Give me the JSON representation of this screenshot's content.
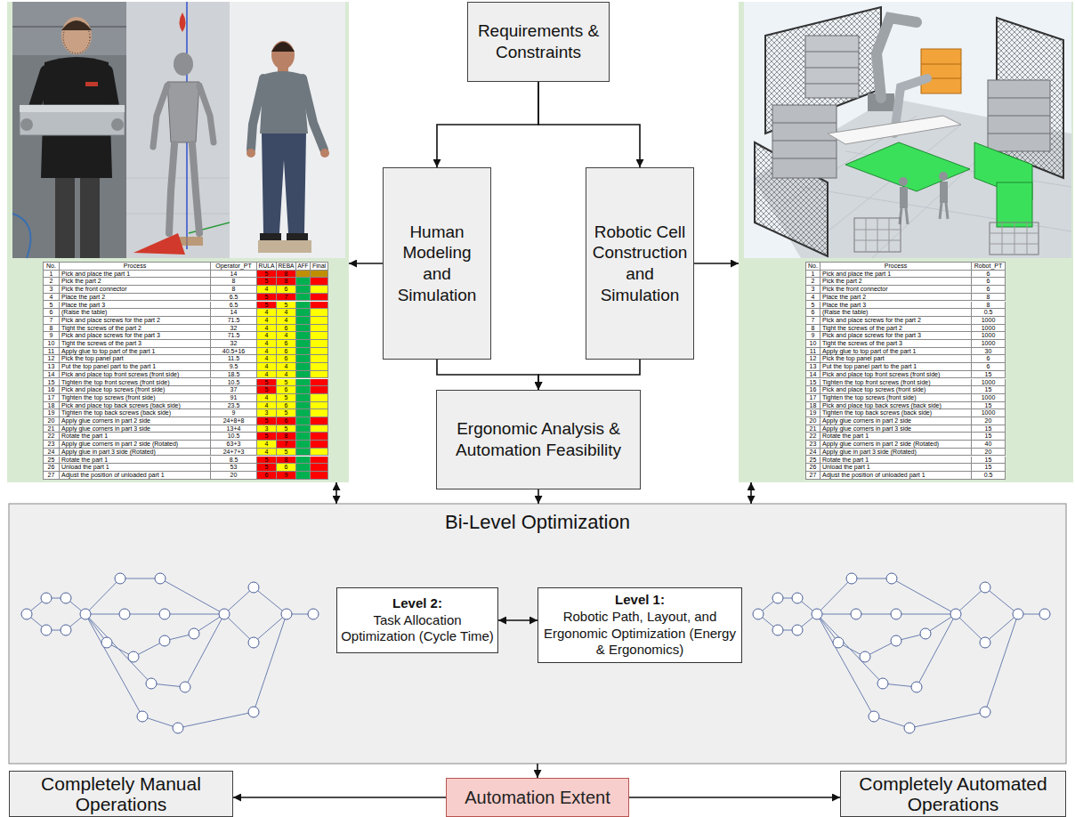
{
  "diagram": {
    "nodes": [
      {
        "text": [
          "No.",
          "Process",
          "Operator_PT",
          "RULA",
          "REBA",
          "AFF",
          "Final",
          "1",
          "Pick and place the part 1",
          "14",
          "5",
          "8",
          "2",
          "Pick the part 2",
          "8",
          "5",
          "8",
          "3",
          "Pick the front connector",
          "8",
          "4",
          "6",
          "4",
          "Place the part 2",
          "6.5",
          "5",
          "7",
          "5",
          "Place the part 3",
          "6.5",
          "5",
          "5",
          "6",
          "(Raise the table)",
          "14",
          "4",
          "4",
          "7",
          "Pick and place screws for the part 2",
          "71.5",
          "4",
          "4",
          "8",
          "Tight the screws of the part 2",
          "32",
          "4",
          "6",
          "9",
          "Pick and place screws for the part 3",
          "71.5",
          "4",
          "4",
          "10",
          "Tight the screws of the part 3",
          "32",
          "4",
          "6",
          "11",
          "Apply glue to top part of the part 1",
          "40.5+16",
          "4",
          "6",
          "12",
          "Pick the top panel part",
          "11.5",
          "4",
          "6",
          "13",
          "Put the top panel part to the part 1",
          "9.5",
          "4",
          "4",
          "14",
          "Pick and place top front screws (front side)",
          "18.5",
          "4",
          "4",
          "15",
          "Tighten the top front screws (front side)",
          "10.5",
          "5",
          "5",
          "16",
          "Pick and place top screws (front side)",
          "37",
          "5",
          "6",
          "17",
          "Tighten the top screws (front side)",
          "91",
          "4",
          "5",
          "18",
          "Pick and place top back screws (back side)",
          "23.5",
          "4",
          "6",
          "19",
          "Tighten the top back screws (back side)",
          "9",
          "3",
          "5",
          "20",
          "Apply glue corners in part 2 side",
          "24+8+8",
          "5",
          "6",
          "21",
          "Apply glue corners in part 3 side",
          "13+4",
          "3",
          "5",
          "22",
          "Rotate the part 1",
          "10.5",
          "5",
          "8",
          "23",
          "Apply glue corners in part 2 side (Rotated)",
          "63+3",
          "4",
          "7",
          "24",
          "Apply glue in part 3 side (Rotated)",
          "24+7+3",
          "4",
          "5",
          "25",
          "Rotate the part 1",
          "8.5",
          "5",
          "8",
          "26",
          "Unload the part 1",
          "53",
          "5",
          "6",
          "27",
          "Adjust the position of unloaded part 1",
          "20",
          "6",
          "9"
        ]
      },
      {
        "text": [
          "Requirements & Constraints"
        ]
      },
      {
        "text": [
          "No.",
          "Process",
          "Robot_PT",
          "1",
          "Pick and place the part 1",
          "6",
          "2",
          "Pick the part 2",
          "6",
          "3",
          "Pick the front connector",
          "6",
          "4",
          "Place the part 2",
          "8",
          "5",
          "Place the part 3",
          "8",
          "6",
          "(Raise the table)",
          "0.5",
          "7",
          "Pick and place screws for the part 2",
          "1000",
          "8",
          "Tight the screws of the part 2",
          "1000",
          "9",
          "Pick and place screws for the part 3",
          "1000",
          "10",
          "Tight the screws of the part 3",
          "1000",
          "11",
          "Apply glue to top part of the part 1",
          "30",
          "12",
          "Pick the top panel part",
          "6",
          "13",
          "Put the top panel part to the part 1",
          "6",
          "14",
          "Pick and place top front screws (front side)",
          "15",
          "15",
          "Tighten the top front screws (front side)",
          "1000",
          "16",
          "Pick and place top screws (front side)",
          "15",
          "17",
          "Tighten the top screws (front side)",
          "1000",
          "18",
          "Pick and place top back screws (back side)",
          "15",
          "19",
          "Tighten the top back screws (back side)",
          "1000",
          "20",
          "Apply glue corners in part 2 side",
          "20",
          "21",
          "Apply glue corners in part 3 side",
          "15",
          "22",
          "Rotate the part 1",
          "15",
          "23",
          "Apply glue corners in part 2 side (Rotated)",
          "40",
          "24",
          "Apply glue in part 3 side (Rotated)",
          "20",
          "25",
          "Rotate the part 1",
          "15",
          "26",
          "Unload the part 1",
          "15",
          "27",
          "Adjust the position of unloaded part 1",
          "0.5"
        ]
      },
      {
        "text": [
          "Human Modeling and Simulation"
        ]
      },
      {
        "text": [
          "Robotic Cell Construction and Simulation"
        ]
      },
      {
        "text": [
          "Ergonomic Analysis & Automation Feasibility"
        ]
      },
      {
        "text": [
          "Bi-Level Optimization"
        ]
      },
      {
        "text": [
          "Level 2:",
          "Task Allocation Optimization (Cycle Time)"
        ],
        "in": 6
      },
      {
        "text": [
          "Level 1:",
          "Robotic Path, Layout, and Ergonomic Optimization (Energy & Ergonomics)"
        ],
        "in": 6
      },
      {
        "text": [
          "Completely Manual Operations"
        ]
      },
      {
        "text": [
          "Automation Extent"
        ]
      },
      {
        "text": [
          "Completely Automated Operations"
        ]
      }
    ],
    "edges": [
      {
        "from": 1,
        "to": 3,
        "arrow": "to"
      },
      {
        "from": 1,
        "to": 4,
        "arrow": "to"
      },
      {
        "from": 3,
        "to": 0,
        "arrow": "to"
      },
      {
        "from": 4,
        "to": 2,
        "arrow": "to"
      },
      {
        "from": 3,
        "to": 5,
        "arrow": "to"
      },
      {
        "from": 4,
        "to": 5,
        "arrow": "to"
      },
      {
        "from": 0,
        "to": 6,
        "arrow": "both"
      },
      {
        "from": 2,
        "to": 6,
        "arrow": "both"
      },
      {
        "from": 5,
        "to": 6,
        "arrow": "to"
      },
      {
        "from": 7,
        "to": 8,
        "arrow": "both"
      },
      {
        "from": 6,
        "to": 10,
        "arrow": "to"
      },
      {
        "from": 10,
        "to": 9,
        "arrow": "to"
      },
      {
        "from": 10,
        "to": 11,
        "arrow": "to"
      }
    ]
  }
}
